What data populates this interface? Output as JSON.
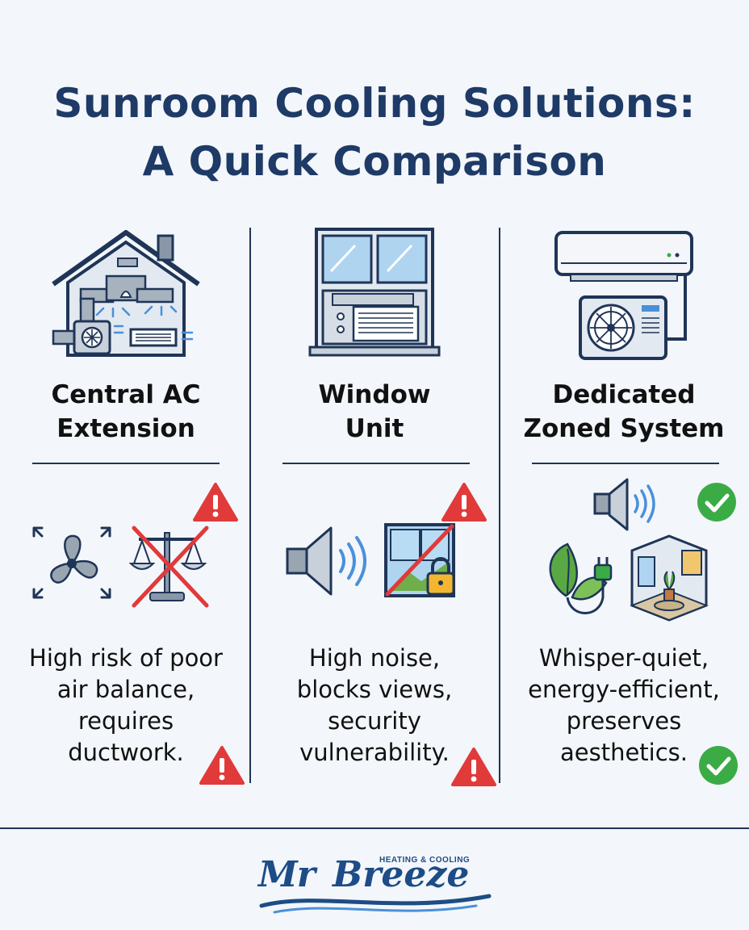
{
  "title": {
    "line1": "Sunroom Cooling Solutions:",
    "line2": "A Quick Comparison"
  },
  "columns": [
    {
      "name_line1": "Central AC",
      "name_line2": "Extension",
      "desc_lines": [
        "High risk of poor",
        "air balance,",
        "requires",
        "ductwork."
      ],
      "status": "warning"
    },
    {
      "name_line1": "Window",
      "name_line2": "Unit",
      "desc_lines": [
        "High noise,",
        "blocks views,",
        "security",
        "vulnerability."
      ],
      "status": "warning"
    },
    {
      "name_line1": "Dedicated",
      "name_line2": "Zoned System",
      "desc_lines": [
        "Whisper-quiet,",
        "energy-efficient,",
        "preserves",
        "aesthetics."
      ],
      "status": "check"
    }
  ],
  "logo": {
    "mr": "Mr",
    "breeze": "Breeze",
    "tagline": "HEATING & COOLING"
  },
  "colors": {
    "title": "#1e3a66",
    "warning": "#e03a3a",
    "check": "#3bab46",
    "accent": "#4a90d9"
  },
  "icons": {
    "col1_top": "house-central-ac-icon",
    "col1_mid": [
      "fan-icon",
      "unbalanced-scale-icon"
    ],
    "col2_top": "window-ac-unit-icon",
    "col2_mid": [
      "speaker-noise-icon",
      "blocked-window-lock-icon"
    ],
    "col3_top": "mini-split-system-icon",
    "col3_mid": [
      "quiet-speaker-icon",
      "leaf-plug-icon",
      "room-plant-icon"
    ]
  }
}
